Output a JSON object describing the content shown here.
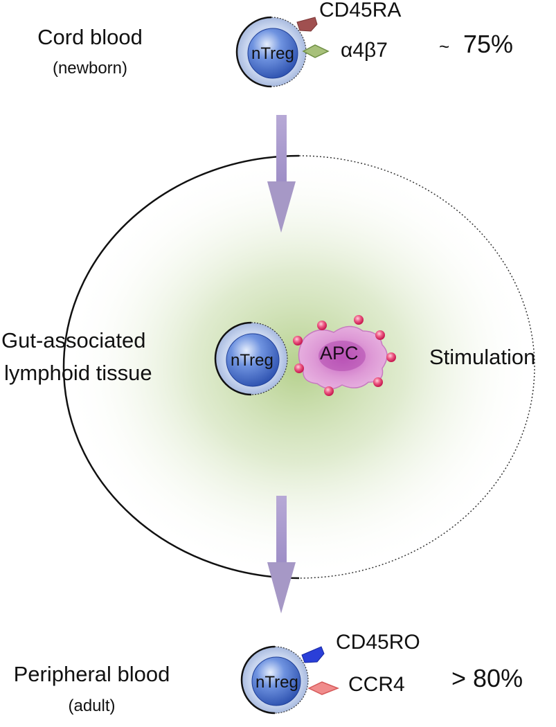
{
  "stages": {
    "top": {
      "label": "Cord blood",
      "sublabel": "(newborn)",
      "cell_label": "nTreg",
      "markers": [
        {
          "label": "CD45RA",
          "color": "#a05050",
          "icon": "flag-marker"
        },
        {
          "label": "α4β7",
          "color": "#8db060",
          "icon": "diamond-marker"
        }
      ],
      "percent_prefix": "~",
      "percent": "75%"
    },
    "middle": {
      "label_line1": "Gut-associated",
      "label_line2": "lymphoid tissue",
      "cell_label": "nTreg",
      "apc_label": "APC",
      "action": "Stimulation"
    },
    "bottom": {
      "label": "Peripheral blood",
      "sublabel": "(adult)",
      "cell_label": "nTreg",
      "markers": [
        {
          "label": "CD45RO",
          "color": "#2a3fd8",
          "icon": "flag-marker"
        },
        {
          "label": "CCR4",
          "color": "#ef8080",
          "icon": "diamond-marker"
        }
      ],
      "percent": "> 80%"
    }
  },
  "colors": {
    "arrow": "#a698c6",
    "cell_outer": "#b8c8e6",
    "cell_nucleus": "#3b64cc",
    "tissue_glow": "#a8c878",
    "apc_body": "#d88ed0",
    "apc_dots": "#e4326a"
  }
}
